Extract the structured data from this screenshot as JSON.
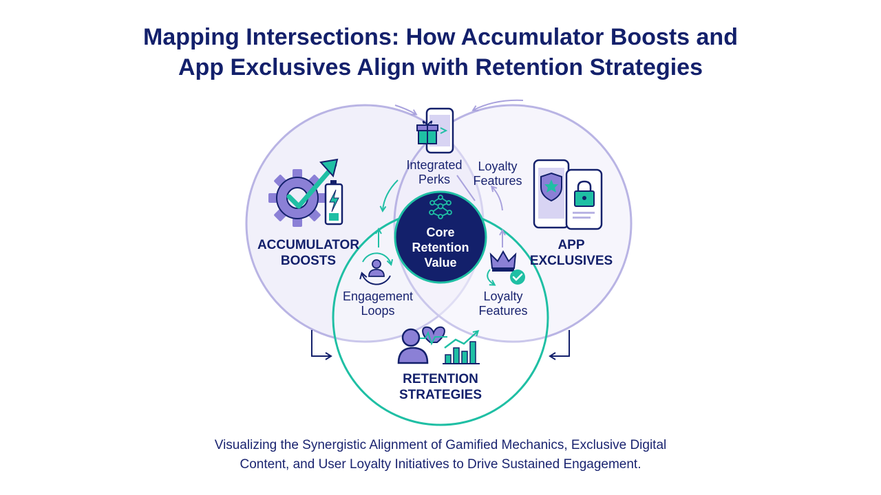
{
  "title": {
    "line1": "Mapping Intersections: How Accumulator Boosts and",
    "line2": "App Exclusives Align with Retention Strategies"
  },
  "subtitle": {
    "line1": "Visualizing the Synergistic Alignment of Gamified Mechanics, Exclusive Digital",
    "line2": "Content, and User Loyalty Initiatives to Drive Sustained Engagement."
  },
  "circles": {
    "accumulator": {
      "line1": "ACCUMULATOR",
      "line2": "BOOSTS",
      "icon": "gear-check-battery-icon"
    },
    "app": {
      "line1": "APP",
      "line2": "EXCLUSIVES",
      "icon": "phone-lock-icon"
    },
    "retention": {
      "line1": "RETENTION",
      "line2": "STRATEGIES",
      "icon": "user-heart-chart-icon"
    }
  },
  "core": {
    "line1": "Core",
    "line2": "Retention",
    "line3": "Value",
    "icon": "network-nodes-icon"
  },
  "intersections": {
    "integrated_perks": {
      "line1": "Integrated",
      "line2": "Perks",
      "icon": "phone-gift-icon"
    },
    "loyalty_top": {
      "line1": "Loyalty",
      "line2": "Features"
    },
    "engagement_loops": {
      "line1": "Engagement",
      "line2": "Loops",
      "icon": "user-cycle-icon"
    },
    "loyalty_bottom": {
      "line1": "Loyalty",
      "line2": "Features",
      "icon": "crown-check-icon"
    }
  },
  "colors": {
    "navy": "#13206b",
    "lavender_fill": "#eeedf9",
    "lavender_stroke": "#b9b4e4",
    "teal": "#1fbfa4",
    "purple_icon": "#8b80d6"
  }
}
